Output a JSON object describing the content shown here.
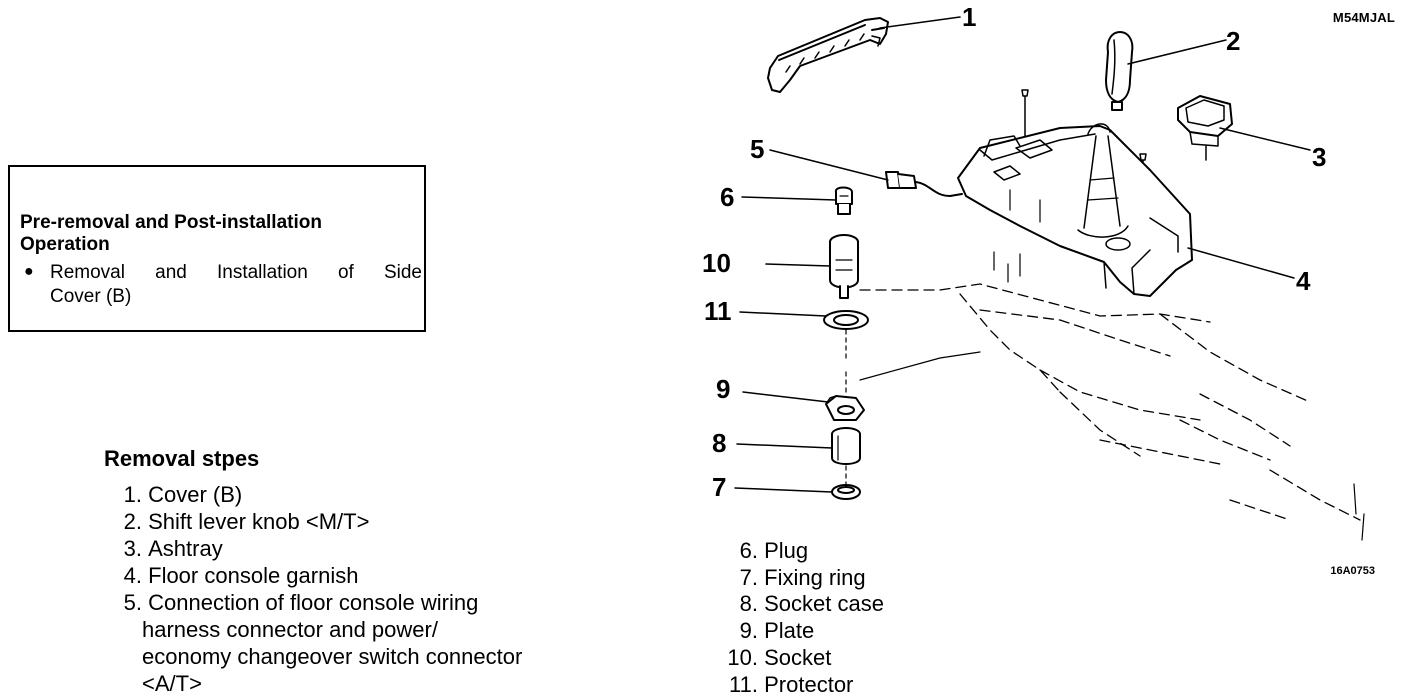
{
  "header": {
    "doc_code": "M54MJAL"
  },
  "note": {
    "title_line1": "Pre-removal and Post-installation",
    "title_line2": "Operation",
    "bullet": "●",
    "item_line1": "Removal and Installation of Side",
    "item_line2": "Cover (B)"
  },
  "removal": {
    "title": "Removal stpes",
    "steps": [
      {
        "num": "1.",
        "lines": [
          "Cover (B)"
        ]
      },
      {
        "num": "2.",
        "lines": [
          "Shift lever knob <M/T>"
        ]
      },
      {
        "num": "3.",
        "lines": [
          "Ashtray"
        ]
      },
      {
        "num": "4.",
        "lines": [
          "Floor console garnish"
        ]
      },
      {
        "num": "5.",
        "lines": [
          "Connection of floor console wiring",
          "harness connector and power/",
          "economy changeover switch connector",
          "<A/T>"
        ]
      }
    ]
  },
  "parts": [
    {
      "num": "6.",
      "label": "Plug"
    },
    {
      "num": "7.",
      "label": "Fixing ring"
    },
    {
      "num": "8.",
      "label": "Socket case"
    },
    {
      "num": "9.",
      "label": "Plate"
    },
    {
      "num": "10.",
      "label": "Socket"
    },
    {
      "num": "11.",
      "label": "Protector"
    }
  ],
  "figure": {
    "figure_code": "16A0753",
    "callouts": [
      "1",
      "2",
      "3",
      "4",
      "5",
      "6",
      "10",
      "11",
      "9",
      "8",
      "7"
    ]
  }
}
